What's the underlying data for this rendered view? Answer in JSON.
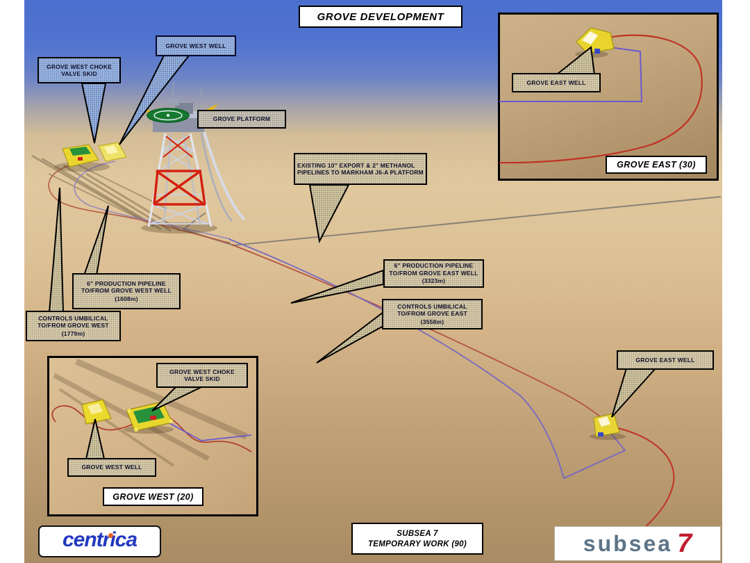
{
  "title": "GROVE DEVELOPMENT",
  "callouts": {
    "grove_west_choke_valve_skid": {
      "text": "GROVE WEST CHOKE VALVE SKID"
    },
    "grove_west_well": {
      "text": "GROVE WEST WELL"
    },
    "grove_platform": {
      "text": "GROVE PLATFORM"
    },
    "existing_export_pipelines": {
      "text": "EXISTING 10\" EXPORT & 2\" METHANOL PIPELINES TO MARKHAM J6-A PLATFORM"
    },
    "production_pipeline_west": {
      "text": "6\" PRODUCTION PIPELINE TO/FROM GROVE WEST WELL",
      "length": "(1608m)"
    },
    "controls_umbilical_west": {
      "text": "CONTROLS UMBILICAL TO/FROM GROVE WEST",
      "length": "(1779m)"
    },
    "production_pipeline_east": {
      "text": "6\" PRODUCTION PIPELINE TO/FROM GROVE EAST WELL",
      "length": "(3323m)"
    },
    "controls_umbilical_east": {
      "text": "CONTROLS UMBILICAL TO/FROM GROVE EAST",
      "length": "(3558m)"
    },
    "grove_east_well": {
      "text": "GROVE EAST WELL"
    }
  },
  "insets": {
    "grove_east": {
      "caption": "GROVE EAST (30)",
      "well_label": "GROVE EAST WELL"
    },
    "grove_west": {
      "caption": "GROVE WEST (20)",
      "well_label": "GROVE WEST WELL",
      "choke_label": "GROVE WEST CHOKE VALVE SKID"
    }
  },
  "footer": {
    "note_line1": "SUBSEA 7",
    "note_line2": "TEMPORARY WORK (90)"
  },
  "logos": {
    "centrica_text": "centrica",
    "subsea_text": "subsea",
    "subsea_numeral": "7"
  },
  "colors": {
    "sky_blue": "#4a6fce",
    "seabed_sand": "#d9bd92",
    "seabed_deep": "#a98c63",
    "pipeline_red": "#c03324",
    "umbilical_purple": "#6a5acd",
    "export_pipeline_grey": "#8a8276",
    "structure_yellow": "#e9d62e",
    "helideck_green": "#157a30",
    "centrica_blue": "#2238c0",
    "centrica_orange": "#e8641e",
    "subsea_slate": "#5d7488",
    "subsea_red": "#c01f30"
  }
}
